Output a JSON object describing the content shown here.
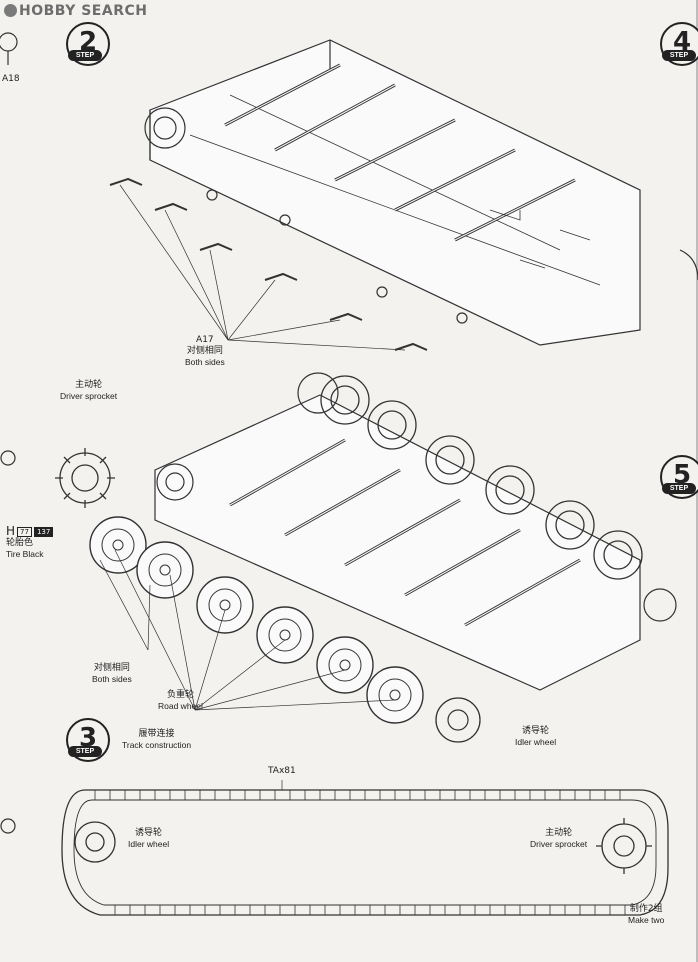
{
  "watermark": {
    "text": "HOBBY SEARCH"
  },
  "steps": [
    {
      "number": "2",
      "caption": "STEP"
    },
    {
      "number": "3",
      "caption": "STEP"
    },
    {
      "number": "4",
      "caption": "STEP"
    },
    {
      "number": "5",
      "caption": "STEP"
    }
  ],
  "side_part": {
    "label": "A18"
  },
  "labels": {
    "a17": "A17",
    "both_sides_1_cn": "对侧相同",
    "both_sides_1_en": "Both sides",
    "driver_sprocket_1_cn": "主动轮",
    "driver_sprocket_1_en": "Driver sprocket",
    "both_sides_2_cn": "对侧相同",
    "both_sides_2_en": "Both sides",
    "road_wheel_cn": "负重轮",
    "road_wheel_en": "Road wheel",
    "idler_wheel_1_cn": "诱导轮",
    "idler_wheel_1_en": "Idler wheel",
    "track_construction_cn": "履带连接",
    "track_construction_en": "Track construction",
    "track_part": "TAx81",
    "idler_wheel_2_cn": "诱导轮",
    "idler_wheel_2_en": "Idler wheel",
    "driver_sprocket_2_cn": "主动轮",
    "driver_sprocket_2_en": "Driver sprocket",
    "make_two_cn": "制作2组",
    "make_two_en": "Make two"
  },
  "paint": {
    "letter": "H",
    "code_a": "77",
    "code_b": "137",
    "name_cn": "轮胎色",
    "name_en": "Tire Black"
  }
}
